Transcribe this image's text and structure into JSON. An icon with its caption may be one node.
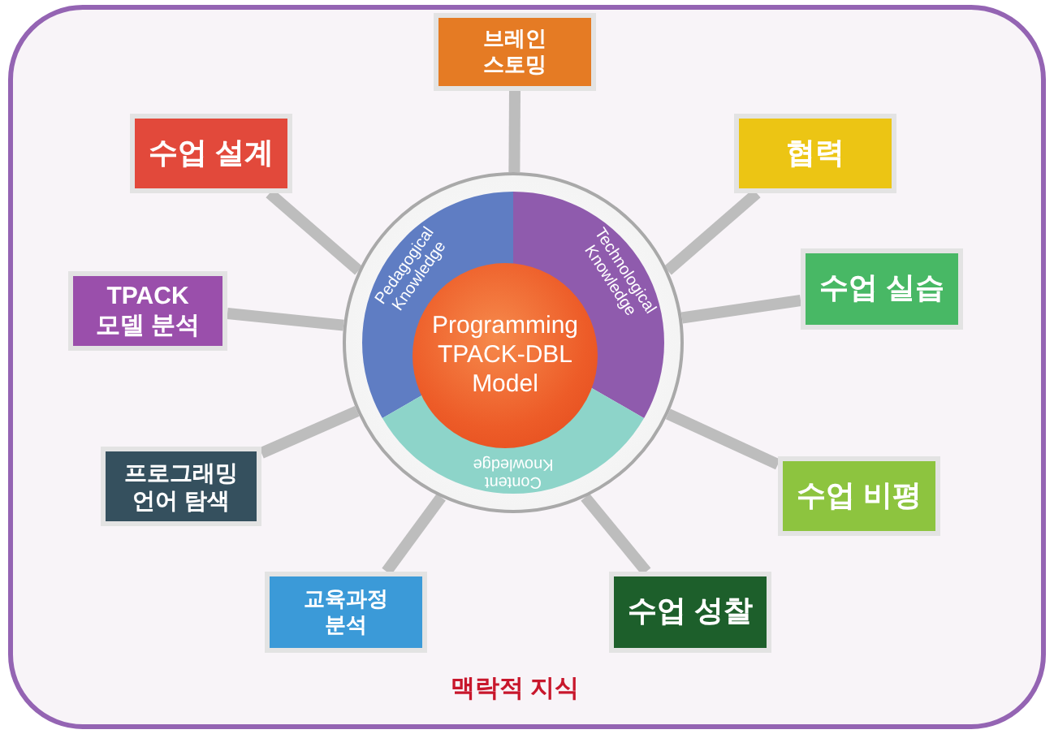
{
  "diagram": {
    "nodes": [
      {
        "text": [
          "맥락적 지식"
        ]
      },
      {
        "text": [],
        "shape": "circle",
        "in": 0
      },
      {
        "text": [
          "Programming TPACK-DBL Model"
        ],
        "in": 1
      },
      {
        "text": [
          "Pedagogical Knowledge"
        ],
        "in": 1
      },
      {
        "text": [
          "Technological Knowledge"
        ],
        "in": 1
      },
      {
        "text": [
          "Content Knowledge"
        ],
        "in": 1
      },
      {
        "text": [
          "브레인 스토밍"
        ],
        "in": 0
      },
      {
        "text": [
          "수업 설계"
        ],
        "in": 0
      },
      {
        "text": [
          "협력"
        ],
        "in": 0
      },
      {
        "text": [
          "TPACK 모델 분석"
        ],
        "in": 0
      },
      {
        "text": [
          "수업 실습"
        ],
        "in": 0
      },
      {
        "text": [
          "프로그래밍 언어 탐색"
        ],
        "in": 0
      },
      {
        "text": [
          "수업 비평"
        ],
        "in": 0
      },
      {
        "text": [
          "교육과정 분석"
        ],
        "in": 0
      },
      {
        "text": [
          "수업 성찰"
        ],
        "in": 0
      }
    ],
    "edges": [
      {
        "from": 6,
        "to": 1,
        "arrow": "none"
      },
      {
        "from": 7,
        "to": 1,
        "arrow": "none"
      },
      {
        "from": 8,
        "to": 1,
        "arrow": "none"
      },
      {
        "from": 9,
        "to": 1,
        "arrow": "none"
      },
      {
        "from": 10,
        "to": 1,
        "arrow": "none"
      },
      {
        "from": 11,
        "to": 1,
        "arrow": "none"
      },
      {
        "from": 12,
        "to": 1,
        "arrow": "none"
      },
      {
        "from": 13,
        "to": 1,
        "arrow": "none"
      },
      {
        "from": 14,
        "to": 1,
        "arrow": "none"
      }
    ]
  }
}
